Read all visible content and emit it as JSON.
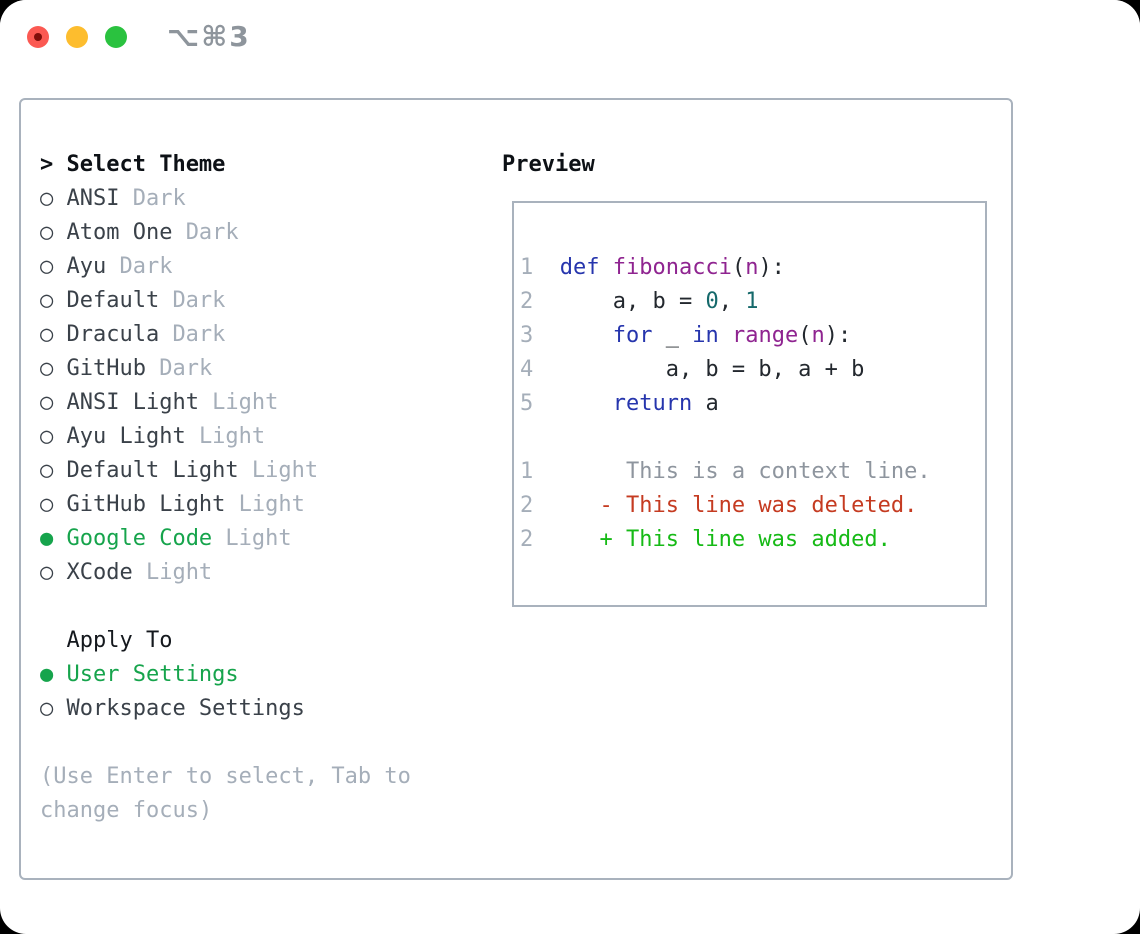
{
  "window": {
    "title": "⌥⌘3",
    "traffic_lights": [
      "close",
      "minimize",
      "zoom"
    ]
  },
  "colors": {
    "selected_green": "#16a44c",
    "panel_border": "#a9b2bd",
    "muted_gray": "#a5aeb9",
    "text_dark": "#3a4149"
  },
  "theme_section": {
    "header_marker": ">",
    "header": "Select Theme",
    "items": [
      {
        "marker": "○",
        "name": "ANSI",
        "tag": "Dark",
        "selected": false
      },
      {
        "marker": "○",
        "name": "Atom One",
        "tag": "Dark",
        "selected": false
      },
      {
        "marker": "○",
        "name": "Ayu",
        "tag": "Dark",
        "selected": false
      },
      {
        "marker": "○",
        "name": "Default",
        "tag": "Dark",
        "selected": false
      },
      {
        "marker": "○",
        "name": "Dracula",
        "tag": "Dark",
        "selected": false
      },
      {
        "marker": "○",
        "name": "GitHub",
        "tag": "Dark",
        "selected": false
      },
      {
        "marker": "○",
        "name": "ANSI Light",
        "tag": "Light",
        "selected": false
      },
      {
        "marker": "○",
        "name": "Ayu Light",
        "tag": "Light",
        "selected": false
      },
      {
        "marker": "○",
        "name": "Default Light",
        "tag": "Light",
        "selected": false
      },
      {
        "marker": "○",
        "name": "GitHub Light",
        "tag": "Light",
        "selected": false
      },
      {
        "marker": "●",
        "name": "Google Code",
        "tag": "Light",
        "selected": true
      },
      {
        "marker": "○",
        "name": "XCode",
        "tag": "Light",
        "selected": false
      }
    ]
  },
  "apply_section": {
    "header": "Apply To",
    "items": [
      {
        "marker": "●",
        "name": "User Settings",
        "selected": true
      },
      {
        "marker": "○",
        "name": "Workspace Settings",
        "selected": false
      }
    ]
  },
  "help_lines": [
    "(Use Enter to select, Tab to",
    "change focus)"
  ],
  "preview": {
    "title": "Preview",
    "colors": {
      "keyword": "#2635ad",
      "name": "#8f2490",
      "number": "#15696b",
      "plain": "#23282e",
      "context": "#8e959e",
      "deleted": "#c53b21",
      "added": "#16ba16"
    },
    "lines": [
      {
        "num": "1",
        "segs": [
          [
            "def ",
            "keyword"
          ],
          [
            "fibonacci",
            "name"
          ],
          [
            "(",
            "plain"
          ],
          [
            "n",
            "name"
          ],
          [
            "):",
            "plain"
          ]
        ]
      },
      {
        "num": "2",
        "segs": [
          [
            "    a, b = ",
            "plain"
          ],
          [
            "0",
            "number"
          ],
          [
            ", ",
            "plain"
          ],
          [
            "1",
            "number"
          ]
        ]
      },
      {
        "num": "3",
        "segs": [
          [
            "    ",
            "plain"
          ],
          [
            "for",
            "keyword"
          ],
          [
            " _ ",
            "plain"
          ],
          [
            "in",
            "keyword"
          ],
          [
            " ",
            "plain"
          ],
          [
            "range",
            "name"
          ],
          [
            "(",
            "plain"
          ],
          [
            "n",
            "name"
          ],
          [
            "):",
            "plain"
          ]
        ]
      },
      {
        "num": "4",
        "segs": [
          [
            "        a, b = b, a + b",
            "plain"
          ]
        ]
      },
      {
        "num": "5",
        "segs": [
          [
            "    ",
            "plain"
          ],
          [
            "return",
            "keyword"
          ],
          [
            " a",
            "plain"
          ]
        ]
      },
      {
        "num": "",
        "segs": []
      },
      {
        "num": "1",
        "segs": [
          [
            "     This is a context line.",
            "context"
          ]
        ]
      },
      {
        "num": "2",
        "segs": [
          [
            "   - This line was deleted.",
            "deleted"
          ]
        ]
      },
      {
        "num": "2",
        "segs": [
          [
            "   + This line was added.",
            "added"
          ]
        ]
      }
    ]
  }
}
